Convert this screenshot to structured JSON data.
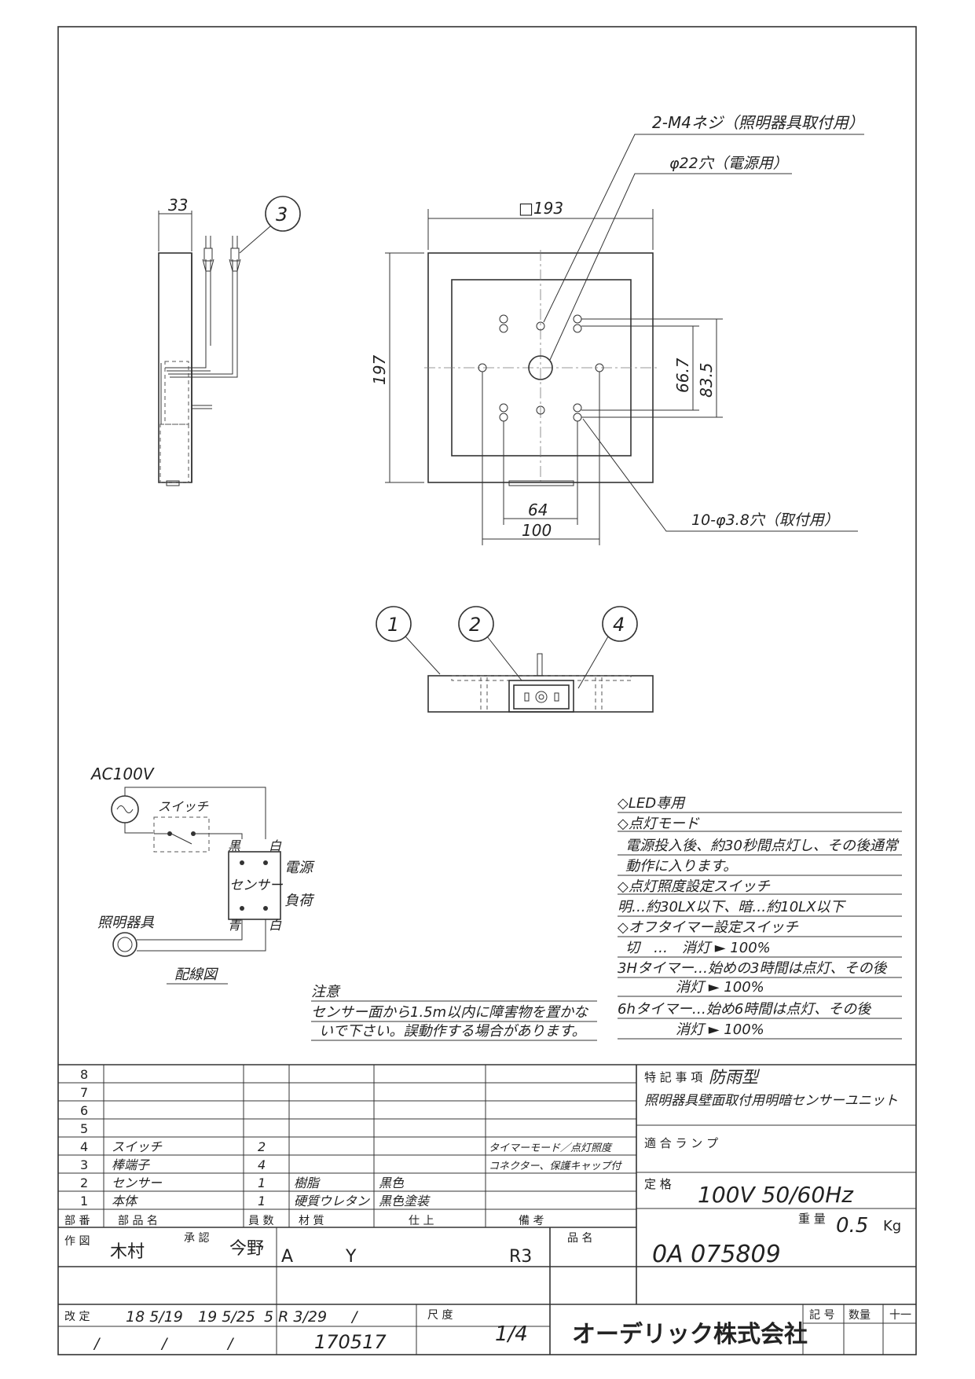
{
  "drawing": {
    "callouts": {
      "screw": "2-M4ネジ（照明器具取付用）",
      "power_hole": "φ22穴（電源用）",
      "mount_holes": "10-φ3.8穴（取付用）"
    },
    "dims": {
      "side_depth": "33",
      "square": "□193",
      "height": "197",
      "d66": "66.7",
      "d83": "83.5",
      "d64": "64",
      "d100": "100"
    },
    "balloons": [
      "1",
      "2",
      "3",
      "4"
    ]
  },
  "wiring": {
    "supply": "AC100V",
    "switch": "スイッチ",
    "black": "黒",
    "white_top": "白",
    "power": "電源",
    "sensor": "センサー",
    "load": "負荷",
    "lamp": "照明器具",
    "blue": "青",
    "white_bottom": "白",
    "caption": "配線図"
  },
  "caution": {
    "title": "注意",
    "lines": [
      "センサー面から1.5m以内に障害物を置かな",
      "いで下さい。誤動作する場合があります。"
    ]
  },
  "notes": [
    "◇LED専用",
    "◇点灯モード",
    "電源投入後、約30秒間点灯し、その後通常",
    "動作に入ります。",
    "◇点灯照度設定スイッチ",
    "明…約30LX以下、暗…約10LX以下",
    "◇オフタイマー設定スイッチ",
    "切　…　消灯 ► 100%",
    "3Hタイマー…始めの3時間は点灯、その後",
    "消灯 ► 100%",
    "6hタイマー…始め6時間は点灯、その後",
    "消灯 ► 100%"
  ],
  "parts": {
    "rows": [
      {
        "no": "8",
        "name": "",
        "qty": "",
        "material": "",
        "finish": "",
        "remark": ""
      },
      {
        "no": "7",
        "name": "",
        "qty": "",
        "material": "",
        "finish": "",
        "remark": ""
      },
      {
        "no": "6",
        "name": "",
        "qty": "",
        "material": "",
        "finish": "",
        "remark": ""
      },
      {
        "no": "5",
        "name": "",
        "qty": "",
        "material": "",
        "finish": "",
        "remark": ""
      },
      {
        "no": "4",
        "name": "スイッチ",
        "qty": "2",
        "material": "",
        "finish": "",
        "remark": "タイマーモード／点灯照度"
      },
      {
        "no": "3",
        "name": "棒端子",
        "qty": "4",
        "material": "",
        "finish": "",
        "remark": "コネクター、保護キャップ付"
      },
      {
        "no": "2",
        "name": "センサー",
        "qty": "1",
        "material": "樹脂",
        "finish": "黒色",
        "remark": ""
      },
      {
        "no": "1",
        "name": "本体",
        "qty": "1",
        "material": "硬質ウレタン",
        "finish": "黒色塗装",
        "remark": ""
      }
    ],
    "header": {
      "no": "部 番",
      "name": "部 品 名",
      "qty": "員 数",
      "material": "材 質",
      "finish": "仕 上",
      "remark": "備 考"
    }
  },
  "specs": {
    "special_label": "特 記 事 項",
    "special_value": "防雨型",
    "product_desc": "照明器具壁面取付用明暗センサーユニット",
    "lamp_label": "適 合 ラ ン プ",
    "rating_label": "定 格",
    "rating_value": "100V 50/60Hz",
    "weight_label": "重 量",
    "weight_value": "0.5",
    "weight_unit": "Kg"
  },
  "titleblock": {
    "drawn_label": "作 図",
    "drawn_by": "木村",
    "approved_label": "承 認",
    "approved_by": "今野",
    "code_a": "A",
    "code_y": "Y",
    "code_r": "R3",
    "product_label": "品 名",
    "product_no": "0A 075809",
    "revision_label": "改 定",
    "rev1": "18 5/19",
    "rev2": "19 5/25",
    "rev3": "5 R 3/29",
    "rev4": "/",
    "rev5": "/",
    "rev6": "/",
    "rev7": "/",
    "date": "170517",
    "scale_label": "尺 度",
    "scale_value": "1/4",
    "company": "オーデリック株式会社",
    "symbol_label": "記 号",
    "qty_label": "数量",
    "plusminus": "十一"
  }
}
